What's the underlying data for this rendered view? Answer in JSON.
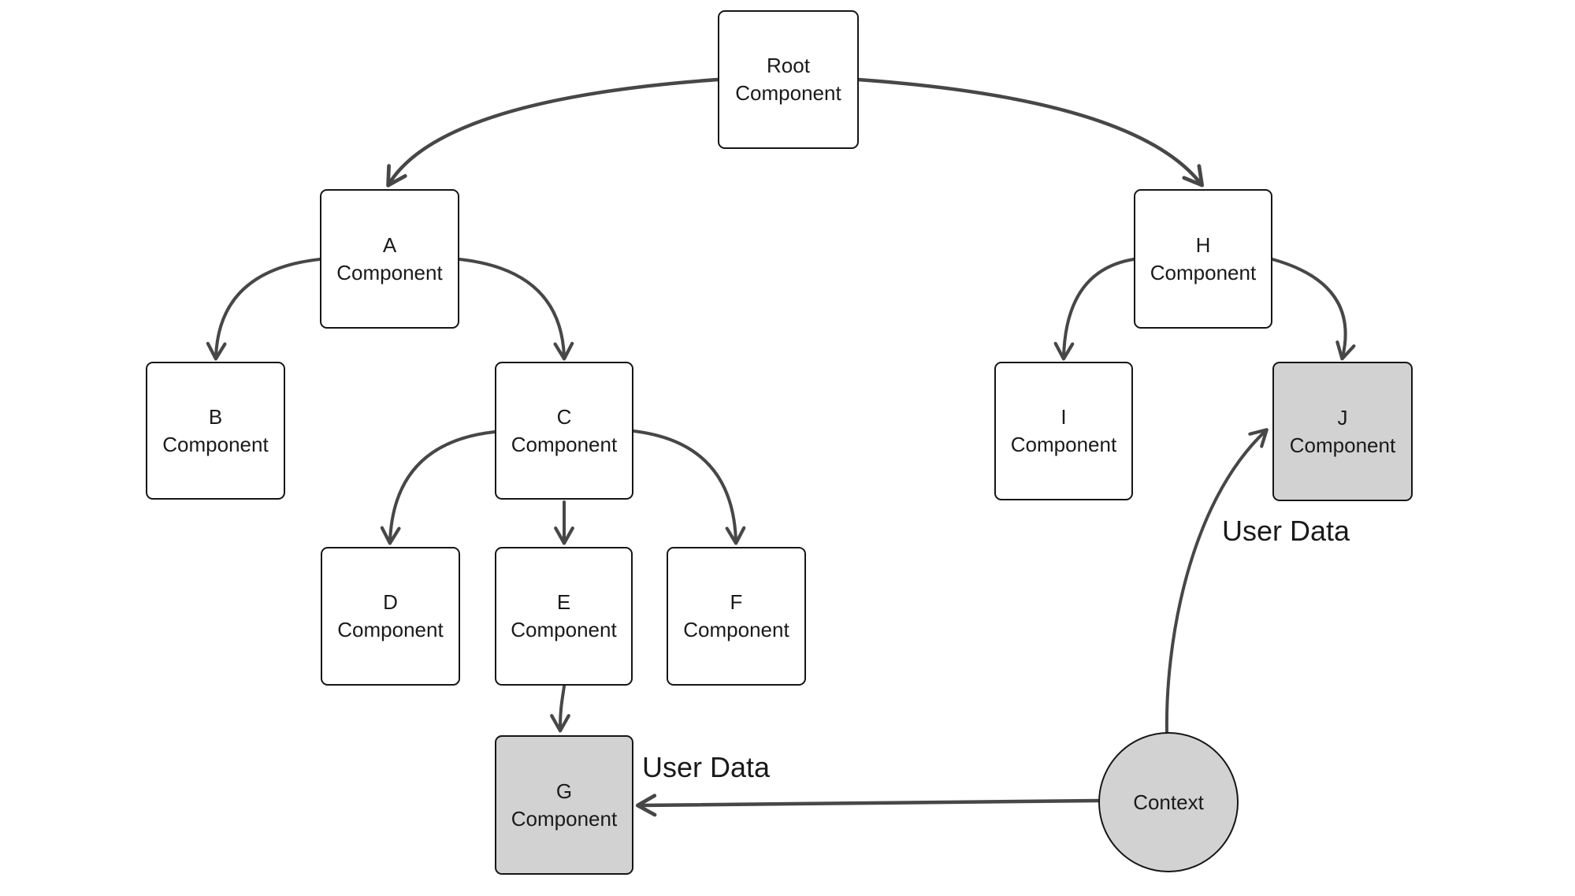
{
  "diagram": {
    "nodes": [
      {
        "id": "root",
        "lines": [
          "Root",
          "Component"
        ],
        "highlighted": false
      },
      {
        "id": "a",
        "lines": [
          "A",
          "Component"
        ],
        "highlighted": false
      },
      {
        "id": "h",
        "lines": [
          "H",
          "Component"
        ],
        "highlighted": false
      },
      {
        "id": "b",
        "lines": [
          "B",
          "Component"
        ],
        "highlighted": false
      },
      {
        "id": "c",
        "lines": [
          "C",
          "Component"
        ],
        "highlighted": false
      },
      {
        "id": "i",
        "lines": [
          "I",
          "Component"
        ],
        "highlighted": false
      },
      {
        "id": "j",
        "lines": [
          "J",
          "Component"
        ],
        "highlighted": true
      },
      {
        "id": "d",
        "lines": [
          "D",
          "Component"
        ],
        "highlighted": false
      },
      {
        "id": "e",
        "lines": [
          "E",
          "Component"
        ],
        "highlighted": false
      },
      {
        "id": "f",
        "lines": [
          "F",
          "Component"
        ],
        "highlighted": false
      },
      {
        "id": "g",
        "lines": [
          "G",
          "Component"
        ],
        "highlighted": true
      },
      {
        "id": "context",
        "lines": [
          "Context"
        ],
        "highlighted": true
      }
    ],
    "labels": {
      "g_user_data": "User Data",
      "j_user_data": "User Data"
    },
    "edges": [
      "root-to-a",
      "root-to-h",
      "a-to-b",
      "a-to-c",
      "c-to-d",
      "c-to-e",
      "c-to-f",
      "e-to-g",
      "h-to-i",
      "h-to-j",
      "context-to-g",
      "context-to-j"
    ],
    "colors": {
      "background": "#ffffff",
      "node_fill": "#ffffff",
      "highlight_fill": "#d3d2d2",
      "outline": "#161616",
      "arrow": "#474747",
      "text": "#1a1a1a"
    }
  }
}
